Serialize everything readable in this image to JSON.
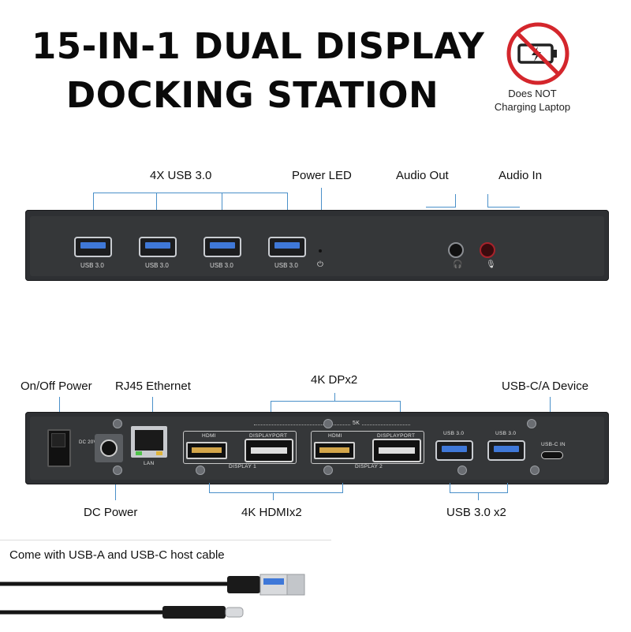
{
  "title": {
    "line1": "15-IN-1 DUAL DISPLAY",
    "line2": "DOCKING STATION"
  },
  "no_charge_badge": {
    "line1": "Does NOT",
    "line2": "Charging Laptop",
    "icon": "no-charging-battery-icon",
    "color": "#d4262c"
  },
  "front": {
    "labels": {
      "usb": "4X USB 3.0",
      "power_led": "Power LED",
      "audio_out": "Audio Out",
      "audio_in": "Audio In"
    },
    "port_captions": [
      "USB 3.0",
      "USB 3.0",
      "USB 3.0",
      "USB 3.0"
    ]
  },
  "rear": {
    "labels": {
      "on_off": "On/Off Power",
      "rj45": "RJ45 Ethernet",
      "dp": "4K DPx2",
      "usb_device": "USB-C/A Device",
      "dc_power": "DC Power",
      "hdmi": "4K HDMIx2",
      "usb_x2": "USB 3.0 x2"
    },
    "port_captions": {
      "dc": "DC 20V",
      "lan": "LAN",
      "hdmi": "HDMI",
      "displayport": "DISPLAYPORT",
      "display1": "DISPLAY 1",
      "display2": "DISPLAY 2",
      "fivek": "5K",
      "usb_a": "USB 3.0",
      "usb_c": "USB-C IN"
    }
  },
  "cable_note": "Come with USB-A and USB-C host cable",
  "colors": {
    "accent": "#4a90c9",
    "device": "#2e3033",
    "usb_blue": "#3f78d8"
  }
}
